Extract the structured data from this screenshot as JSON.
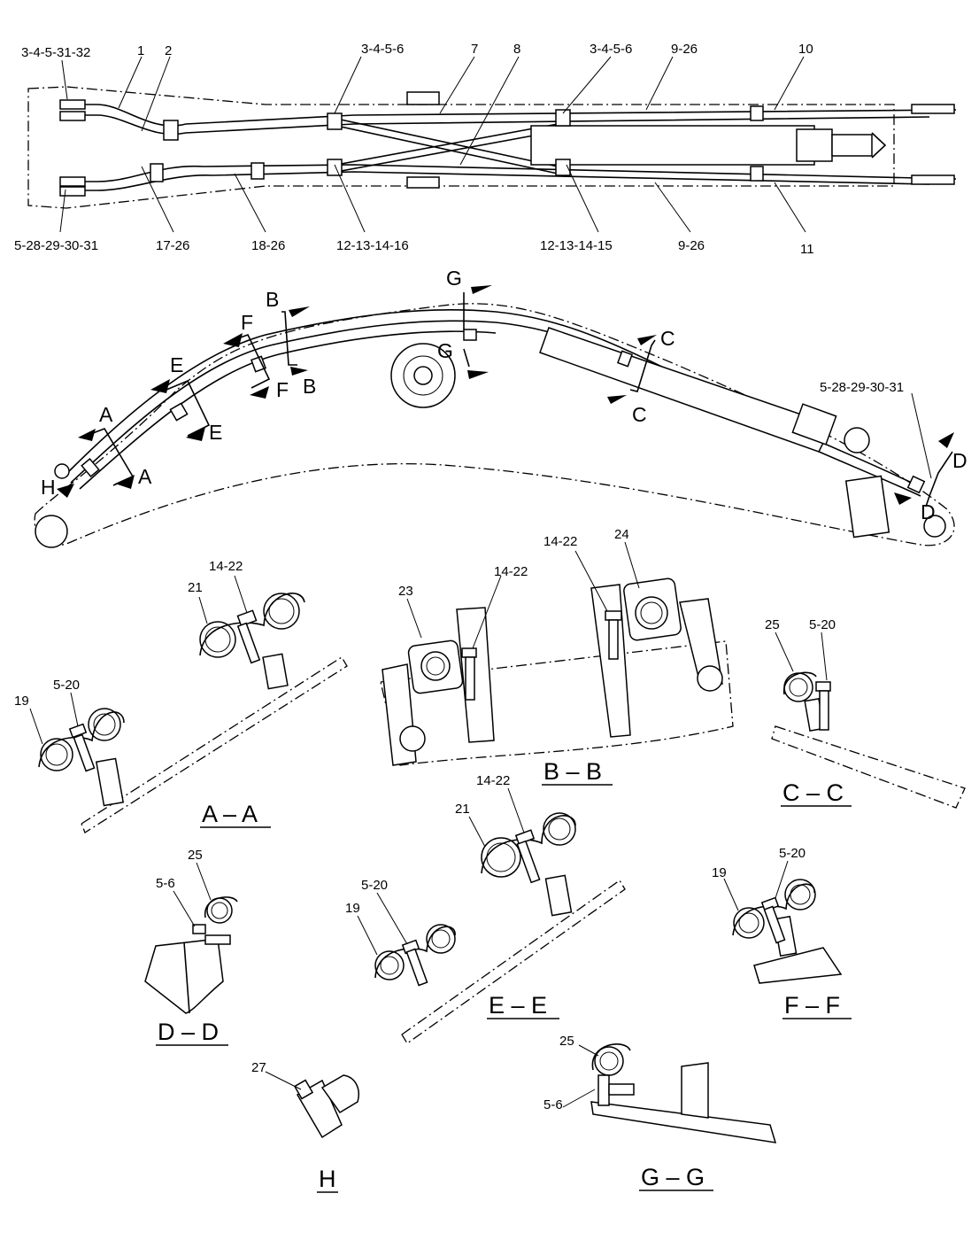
{
  "top_view": {
    "callouts_top": [
      "3-4-5-31-32",
      "1",
      "2",
      "3-4-5-6",
      "7",
      "8",
      "3-4-5-6",
      "9-26",
      "10"
    ],
    "callouts_bottom": [
      "5-28-29-30-31",
      "17-26",
      "18-26",
      "12-13-14-16",
      "12-13-14-15",
      "9-26",
      "11"
    ]
  },
  "side_view": {
    "section_letters": [
      "A",
      "A",
      "E",
      "E",
      "F",
      "F",
      "B",
      "B",
      "G",
      "G",
      "C",
      "C",
      "D",
      "D",
      "H"
    ],
    "callout_d": "5-28-29-30-31"
  },
  "sections": {
    "aa": {
      "title": "A – A",
      "callouts": [
        "14-22",
        "21",
        "5-20",
        "19"
      ]
    },
    "bb": {
      "title": "B – B",
      "callouts": [
        "14-22",
        "24",
        "23",
        "14-22"
      ]
    },
    "cc": {
      "title": "C – C",
      "callouts": [
        "25",
        "5-20"
      ]
    },
    "dd": {
      "title": "D – D",
      "callouts": [
        "25",
        "5-6"
      ]
    },
    "ee": {
      "title": "E – E",
      "callouts": [
        "14-22",
        "21",
        "5-20",
        "19"
      ]
    },
    "ff": {
      "title": "F – F",
      "callouts": [
        "5-20",
        "19"
      ]
    },
    "h": {
      "title": "H",
      "callouts": [
        "27"
      ]
    },
    "gg": {
      "title": "G – G",
      "callouts": [
        "25",
        "5-6"
      ]
    }
  }
}
